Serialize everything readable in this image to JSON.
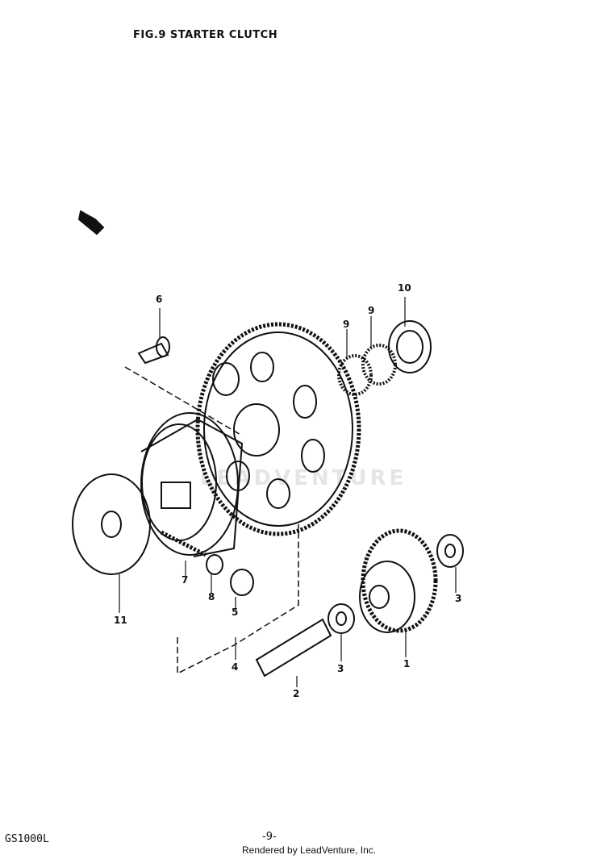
{
  "header": {
    "figure_title": "FIG.9  STARTER CLUTCH"
  },
  "footer": {
    "model_code": "GS1000L",
    "page_number": "-9-",
    "rendered_by": "Rendered by LeadVenture, Inc."
  },
  "watermark": {
    "text": "LEADVENTURE"
  },
  "callouts": [
    "1",
    "2",
    "3",
    "3",
    "4",
    "5",
    "6",
    "7",
    "8",
    "9",
    "9",
    "10",
    "11"
  ]
}
